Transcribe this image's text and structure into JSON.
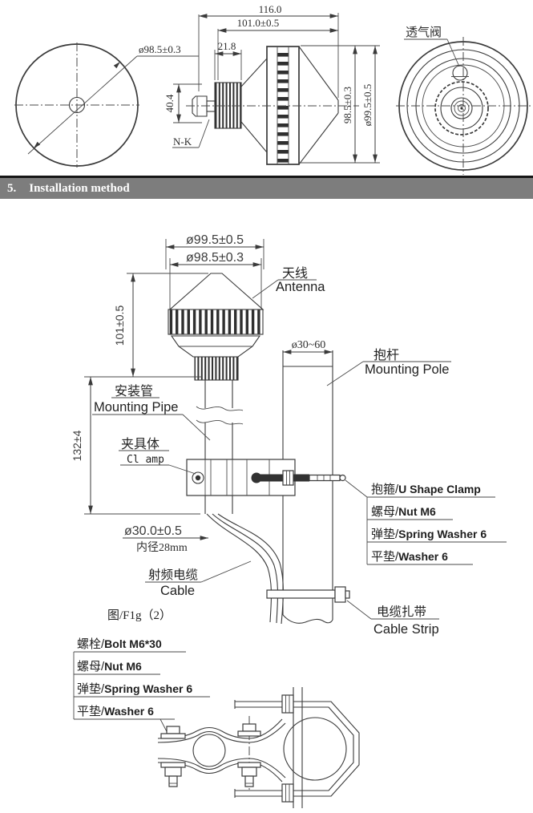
{
  "page": {
    "bg": "#ffffff",
    "ink": "#3a3a3a",
    "header_bg": "#7d7d7d"
  },
  "top_drawings": {
    "front_view": {
      "dim_diameter": "ø98.5±0.3"
    },
    "side_view": {
      "dim_total_length": "116.0",
      "dim_body_length": "101.0±0.5",
      "dim_nut_width": "21.8",
      "dim_connector_height": "40.4",
      "connector_label": "N-K",
      "dim_body_diameter": "98.5±0.3",
      "dim_outer_diameter": "ø99.5±0.5"
    },
    "rear_view": {
      "vent_valve_label": "透气阀"
    }
  },
  "section_header": {
    "number": "5.",
    "title": "Installation method"
  },
  "installation_figure": {
    "caption": "图/F1g（2）",
    "dims": {
      "outer_diameter": "ø99.5±0.5",
      "radome_diameter": "ø98.5±0.3",
      "antenna_height": "101±0.5",
      "pipe_length": "132±4",
      "pole_diameter": "ø30~60",
      "pipe_diameter": "ø30.0±0.5",
      "pipe_inner_diameter": "内径28mm"
    },
    "labels": {
      "antenna_cn": "天线",
      "antenna_en": "Antenna",
      "pole_cn": "抱杆",
      "pole_en": "Mounting Pole",
      "pipe_cn": "安装管",
      "pipe_en": "Mounting Pipe",
      "clamp_cn": "夹具体",
      "clamp_en": "Cl amp",
      "cable_cn": "射频电缆",
      "cable_en": "Cable",
      "strip_cn": "电缆扎带",
      "strip_en": "Cable Strip"
    },
    "uclamp_parts": [
      {
        "cn": "抱箍/",
        "en": "U Shape Clamp"
      },
      {
        "cn": "螺母/",
        "en": "Nut M6"
      },
      {
        "cn": "弹垫/",
        "en": "Spring Washer 6"
      },
      {
        "cn": "平垫/",
        "en": "Washer 6"
      }
    ],
    "bolt_parts": [
      {
        "cn": "螺栓/",
        "en": "Bolt M6*30"
      },
      {
        "cn": "螺母/",
        "en": "Nut M6"
      },
      {
        "cn": "弹垫/",
        "en": "Spring Washer 6"
      },
      {
        "cn": "平垫/",
        "en": "Washer 6"
      }
    ]
  }
}
